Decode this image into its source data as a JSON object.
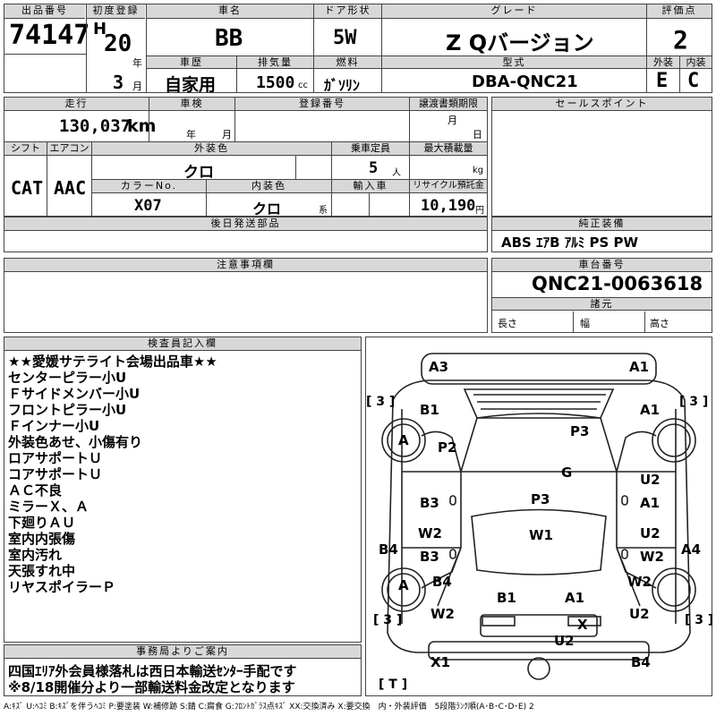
{
  "header": {
    "lot_label": "出品番号",
    "lot": "74147",
    "first_reg_label": "初度登録",
    "era": "H",
    "year": "20",
    "year_unit": "年",
    "month": "3",
    "month_unit": "月",
    "car_name_label": "車名",
    "car_name": "BB",
    "door_label": "ドア形状",
    "door": "5W",
    "grade_label": "グレード",
    "grade": "Z Qバージョン",
    "score_label": "評価点",
    "score": "2",
    "history_label": "車歴",
    "history": "自家用",
    "displacement_label": "排気量",
    "displacement": "1500",
    "displacement_unit": "cc",
    "fuel_label": "燃料",
    "fuel": "ｶﾞｿﾘﾝ",
    "model_label": "型式",
    "model": "DBA-QNC21",
    "exterior_label": "外装",
    "exterior": "E",
    "interior_label": "内装",
    "interior": "C"
  },
  "row2": {
    "mileage_label": "走行",
    "mileage": "130,037",
    "mileage_unit": "km",
    "inspection_label": "車検",
    "inspection_year": "年",
    "inspection_month": "月",
    "reg_number_label": "登録番号",
    "transfer_label": "譲渡書類期限",
    "transfer_month": "月",
    "transfer_day": "日",
    "sales_point_label": "セールスポイント",
    "shift_label": "シフト",
    "shift": "CAT",
    "aircon_label": "エアコン",
    "aircon": "AAC",
    "ext_color_label": "外装色",
    "ext_color": "クロ",
    "capacity_label": "乗車定員",
    "capacity": "5",
    "capacity_unit": "人",
    "max_load_label": "最大積載量",
    "max_load_unit": "kg",
    "color_no_label": "カラーNo.",
    "color_no": "X07",
    "int_color_label": "内装色",
    "int_color": "クロ",
    "int_color_unit": "系",
    "import_label": "輸入車",
    "recycle_label": "リサイクル預託金",
    "recycle": "10,190",
    "recycle_unit": "円"
  },
  "later_parts_label": "後日発送部品",
  "equipment_label": "純正装備",
  "equipment": "ABS ｴｱB ｱﾙﾐ PS PW",
  "caution_label": "注意事項欄",
  "chassis_label": "車台番号",
  "chassis": "QNC21-0063618",
  "dims_label": "諸元",
  "dim_length": "長さ",
  "dim_width": "幅",
  "dim_height": "高さ",
  "inspector_label": "検査員記入欄",
  "inspector_notes": [
    "★★愛媛サテライト会場出品車★★",
    "センターピラー小U",
    "Ｆサイドメンバー小U",
    "フロントピラー小U",
    "Ｆインナー小U",
    "外装色あせ、小傷有り",
    "ロアサポートＵ",
    "コアサポートＵ",
    "ＡＣ不良",
    "ミラーＸ、Ａ",
    "下廻りＡＵ",
    "室内内張傷",
    "室内汚れ",
    "天張すれ中",
    "リヤスポイラーＰ"
  ],
  "office_label": "事務局よりご案内",
  "office_lines": [
    "四国ｴﾘｱ外会員様落札は西日本輸送ｾﾝﾀｰ手配です",
    "※8/18開催分より一部輸送料金改定となります"
  ],
  "diagram_marks": {
    "a3": "A3",
    "a1_top": "A1",
    "tire_fl": "[ 3 ]",
    "tire_fr": "[ 3 ]",
    "b1_l": "B1",
    "a1_r": "A1",
    "a_l": "A",
    "p2": "P2",
    "p3_top": "P3",
    "g": "G",
    "u2_r": "U2",
    "a1_r2": "A1",
    "b3_l": "B3",
    "p3": "P3",
    "w2_l": "W2",
    "w1": "W1",
    "u2_r2": "U2",
    "b3_l2": "B3",
    "w2_r": "W2",
    "b4_l": "B4",
    "a4": "A4",
    "a_l2": "A",
    "b4_l2": "B4",
    "w2_r2": "W2",
    "b1_rear": "B1",
    "a1_rear": "A1",
    "tire_rl": "[ 3 ]",
    "tire_rr": "[ 3 ]",
    "w2_l2": "W2",
    "x_rear": "X",
    "u2_r3": "U2",
    "u2_bottom": "U2",
    "x1": "X1",
    "b4_rear": "B4",
    "spare": "[ T ]"
  },
  "legend": "A:ｷｽﾞ U:ﾍｺﾐ B:ｷｽﾞを伴うﾍｺﾐ P:要塗装 W:補修跡 S:錆 C:腐食 G:ﾌﾛﾝﾄｶﾞﾗｽ点ｷｽﾞ XX:交換済み X:要交換　内・外装評価　5段階ﾗﾝｸ順(A･B･C･D･E) 2"
}
